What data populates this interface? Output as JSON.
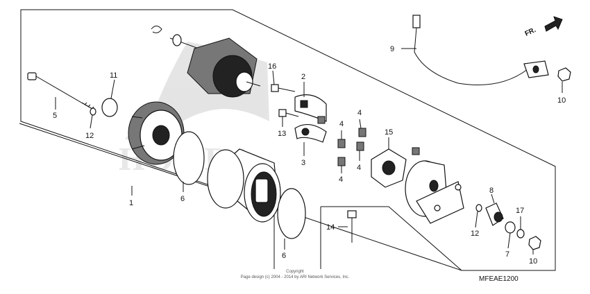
{
  "diagram": {
    "direction_label": "FR.",
    "diagram_code": "MFEAE1200",
    "copyright_line1": "Copyright",
    "copyright_line2": "Page design (c) 2004 - 2014 by ARI Network Services, Inc.",
    "watermark_text": "HONDA",
    "callouts": {
      "c1": "1",
      "c2": "2",
      "c3": "3",
      "c4a": "4",
      "c4b": "4",
      "c4c": "4",
      "c4d": "4",
      "c5": "5",
      "c6a": "6",
      "c6b": "6",
      "c7": "7",
      "c8": "8",
      "c9": "9",
      "c10a": "10",
      "c10b": "10",
      "c11": "11",
      "c12a": "12",
      "c12b": "12",
      "c13": "13",
      "c14": "14",
      "c15": "15",
      "c16": "16",
      "c17": "17"
    }
  }
}
